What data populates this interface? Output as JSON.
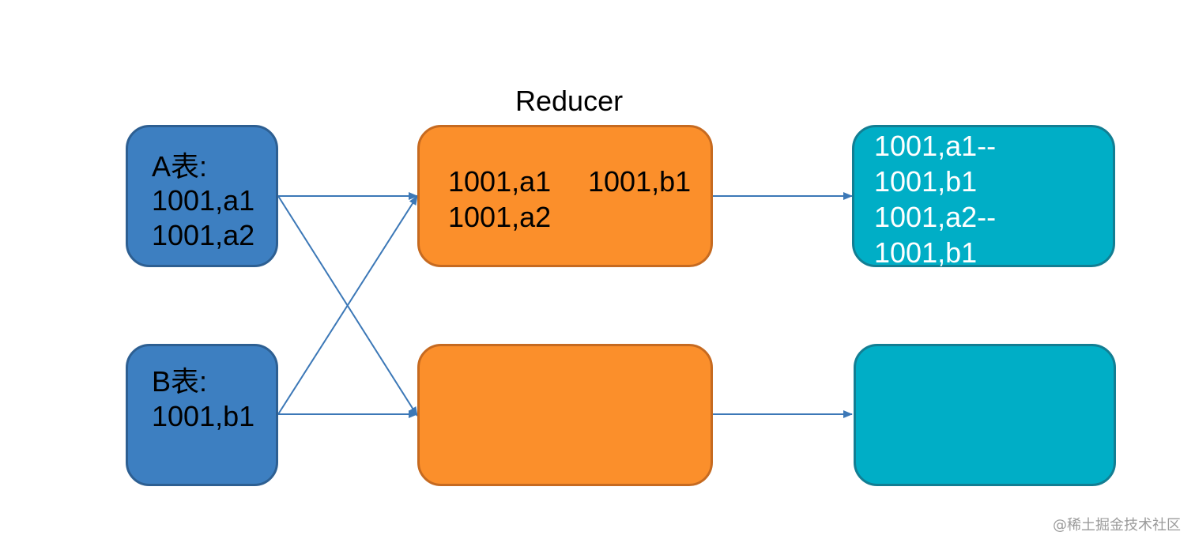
{
  "title": "Reducer",
  "colors": {
    "table_box": "#3d7fc1",
    "reducer_box": "#fb8f2b",
    "output_box": "#00aec6",
    "arrow": "#3c78b7"
  },
  "table_a": {
    "label": "A表:",
    "rows": [
      "1001,a1",
      "1001,a2"
    ]
  },
  "table_b": {
    "label": "B表:",
    "rows": [
      "1001,b1"
    ]
  },
  "reducer_1": {
    "left_col": [
      "1001,a1",
      "1001,a2"
    ],
    "right_col": [
      "1001,b1"
    ]
  },
  "reducer_2": {
    "lines": []
  },
  "output_1": {
    "lines": [
      "1001,a1--",
      "1001,b1",
      "1001,a2--",
      "1001,b1"
    ]
  },
  "output_2": {
    "lines": []
  },
  "watermark": "@稀土掘金技术社区"
}
